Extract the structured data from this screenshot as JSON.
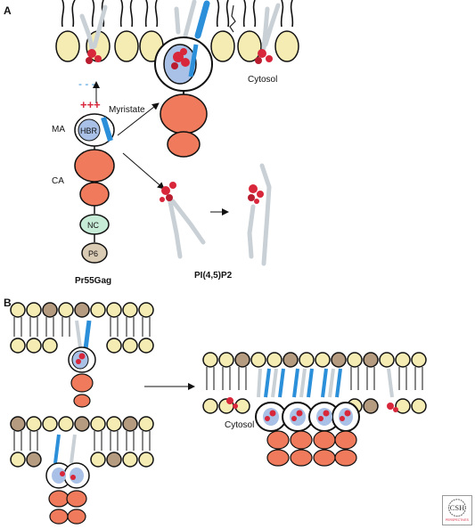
{
  "panel_a": {
    "letter": "A",
    "cytosol": "Cytosol",
    "myristate": "Myristate",
    "ma": "MA",
    "ca": "CA",
    "hbr": "HBR",
    "nc": "NC",
    "p6": "P6",
    "charges_positive": "+++",
    "charges_negative": "- - -",
    "protein_name": "Pr55Gag",
    "lipid_name": "PI(4,5)P2"
  },
  "panel_b": {
    "letter": "B",
    "cytosol": "Cytosol"
  },
  "logo": {
    "line1": "CSH",
    "line2": "PERSPECTIVES"
  },
  "colors": {
    "lipid_head": "#f4ecb3",
    "lipid_head_dark": "#b59c80",
    "matrix_blue": "#a9c1e6",
    "capsid": "#f07b5c",
    "nc": "#c6ecd8",
    "p6": "#dacbb4",
    "myristate": "#2b8fd9",
    "pip2_head": "#d8263a"
  }
}
